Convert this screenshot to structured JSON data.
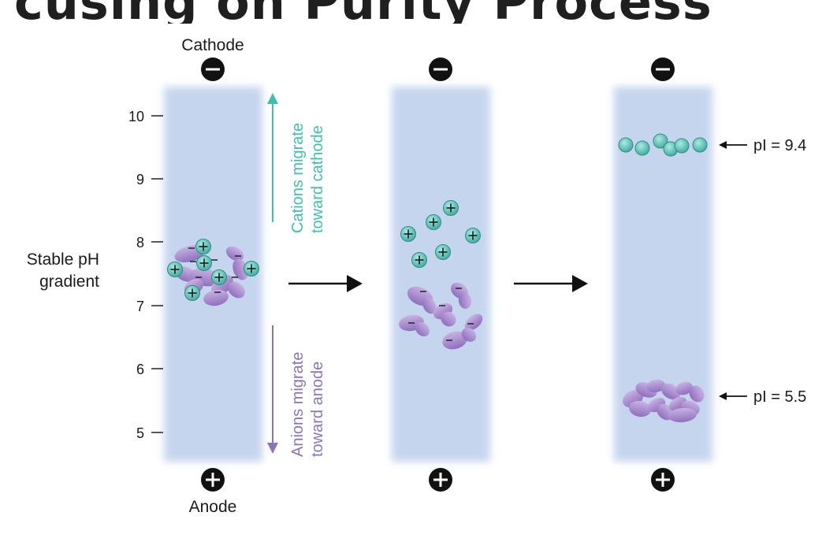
{
  "heading_fragment": "cusing on Purity Process",
  "electrodes": {
    "cathode_label": "Cathode",
    "anode_label": "Anode",
    "cathode_sign": "−",
    "anode_sign": "+"
  },
  "ph_axis": {
    "label_line1": "Stable pH",
    "label_line2": "gradient",
    "ticks": [
      "10",
      "9",
      "8",
      "7",
      "6",
      "5"
    ]
  },
  "migration": {
    "cations_line1": "Cations migrate",
    "cations_line2": "toward cathode",
    "anions_line1": "Anions migrate",
    "anions_line2": "toward anode"
  },
  "pi_labels": {
    "high": "pI = 9.4",
    "low": "pI = 5.5"
  },
  "colors": {
    "gel": "#c6d5ee",
    "cation": "#5cc4b8",
    "cation_text": "#3dbfae",
    "anion": "#a98bcb",
    "anion_text": "#8c73bb",
    "electrode": "#111111"
  }
}
